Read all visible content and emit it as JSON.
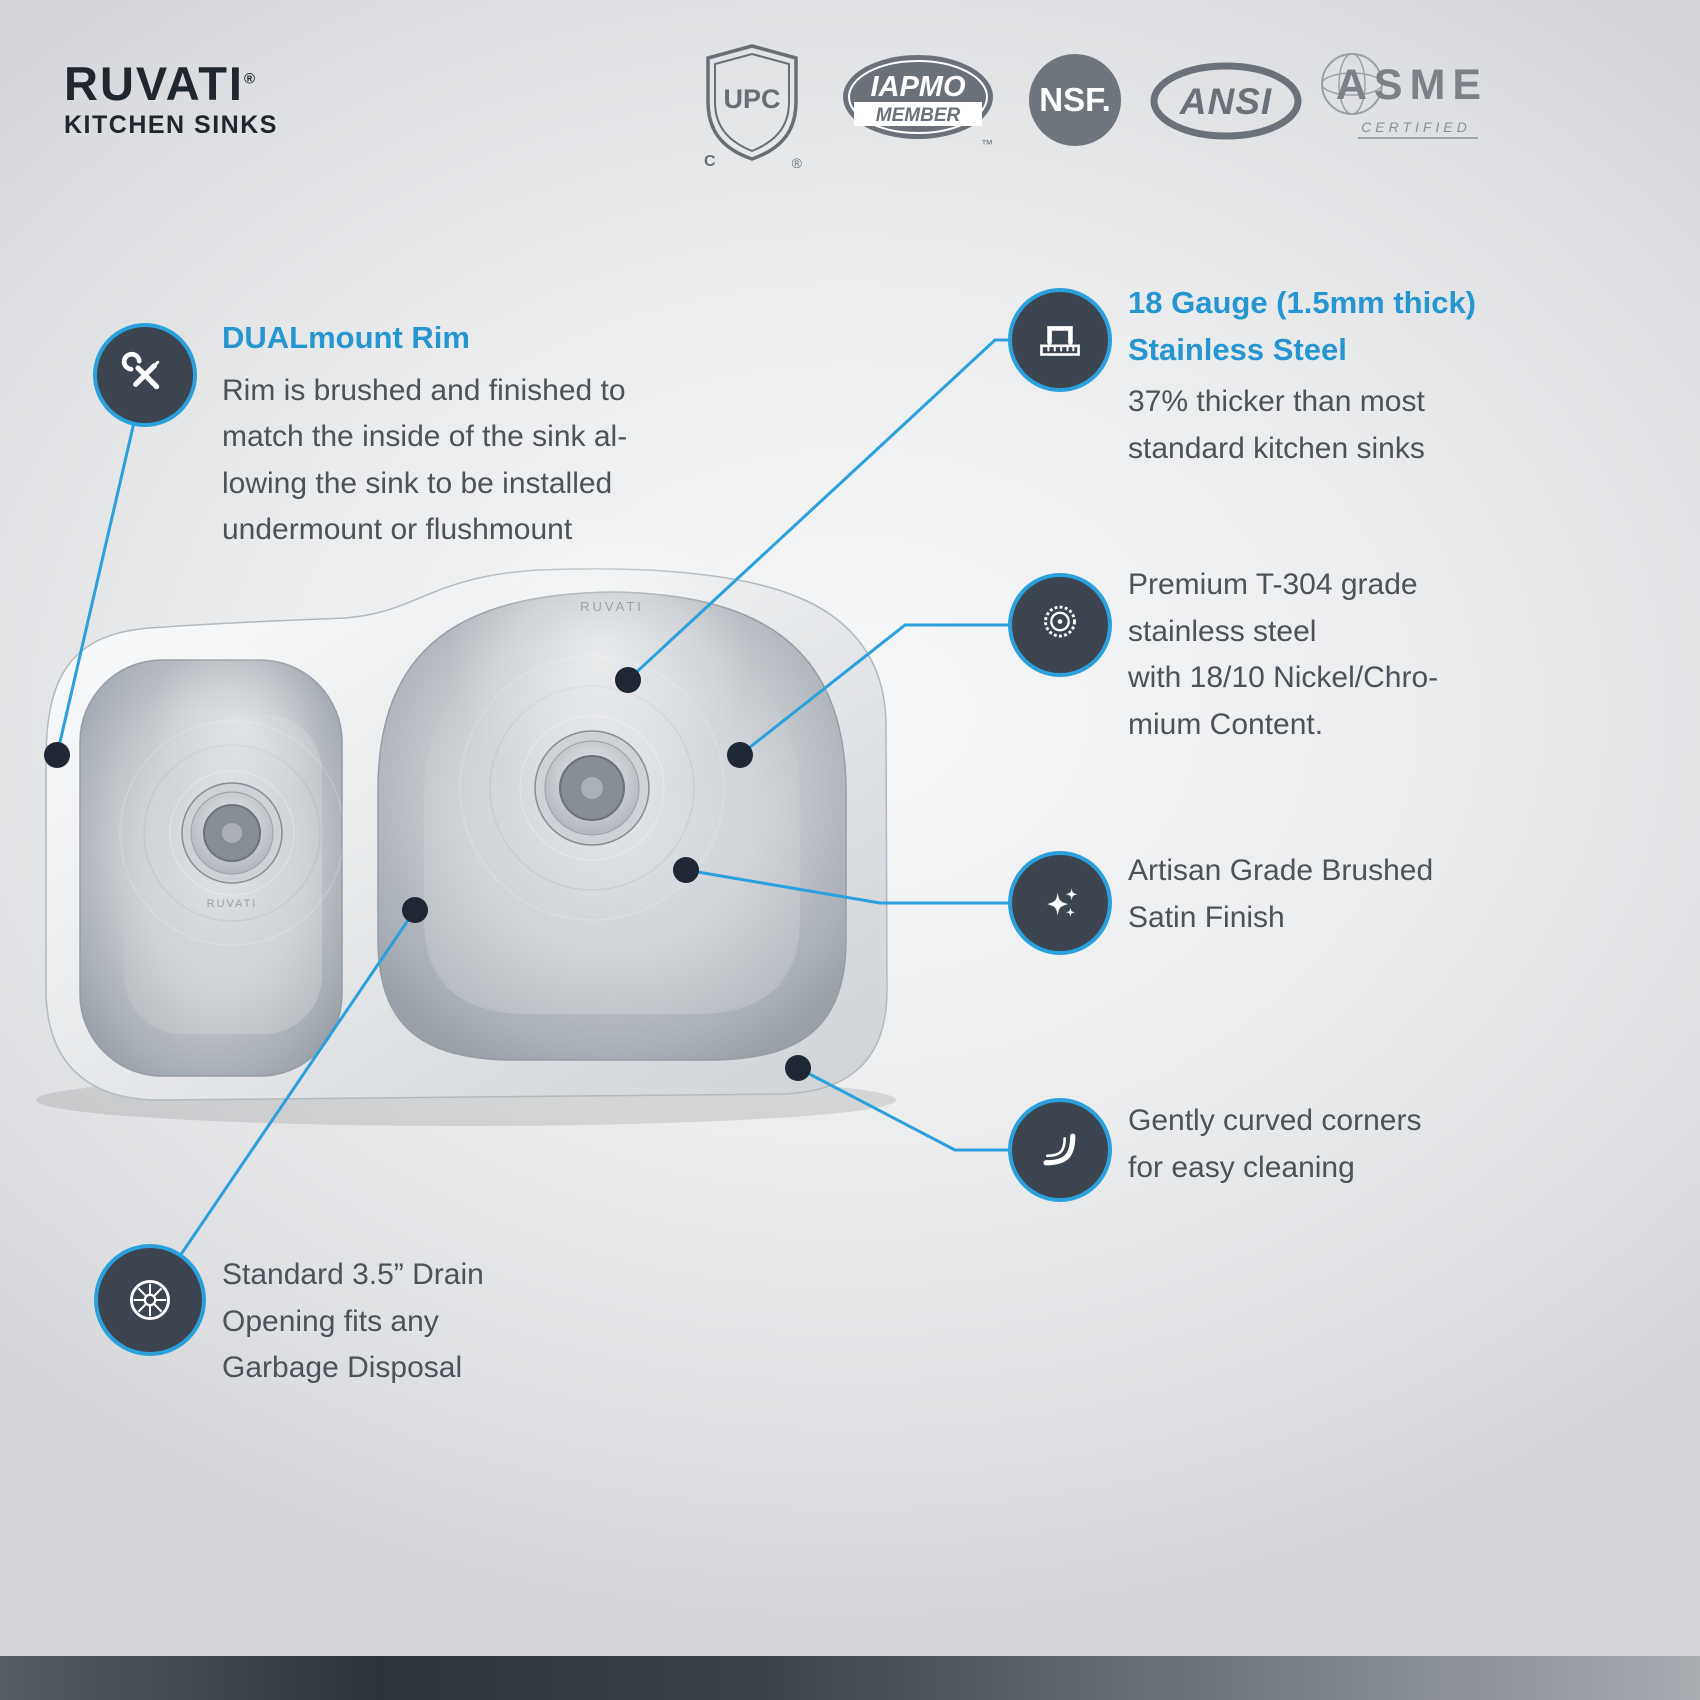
{
  "brand": {
    "name": "RUVATI",
    "registered": "®",
    "tagline": "KITCHEN SINKS"
  },
  "certifications": {
    "upc": {
      "label": "UPC",
      "c": "C",
      "registered": "®"
    },
    "iapmo": {
      "name": "IAPMO",
      "member": "MEMBER",
      "tm": "™"
    },
    "nsf": {
      "name": "NSF."
    },
    "ansi": {
      "name": "ANSI"
    },
    "asme": {
      "name": "ASME",
      "certified": "CERTIFIED"
    }
  },
  "callouts": {
    "dualmount": {
      "icon": "tools-icon",
      "title": "DUALmount Rim",
      "body": "Rim is brushed and finished to\nmatch the inside of the sink al-\nlowing the sink to be installed\nundermount or flushmount"
    },
    "gauge": {
      "icon": "ruler-gauge-icon",
      "title": "18 Gauge (1.5mm thick)\nStainless Steel",
      "body": "37% thicker than most\nstandard kitchen sinks"
    },
    "premium": {
      "icon": "award-medal-icon",
      "body": "Premium T-304 grade\nstainless steel\nwith 18/10 Nickel/Chro-\nmium Content."
    },
    "artisan": {
      "icon": "sparkles-icon",
      "body": "Artisan Grade Brushed\nSatin Finish"
    },
    "corners": {
      "icon": "curved-corner-icon",
      "body": "Gently curved corners\nfor easy cleaning"
    },
    "drain": {
      "icon": "drain-icon",
      "body": "Standard 3.5” Drain\nOpening fits any\nGarbage Disposal"
    }
  },
  "sink": {
    "brand_stamp": "RUVATI"
  },
  "colors": {
    "accent_blue": "#2aa0dc",
    "title_blue": "#2596d1",
    "body_text": "#4d525a",
    "icon_circle": "#3c4450",
    "dot": "#1e2733"
  }
}
